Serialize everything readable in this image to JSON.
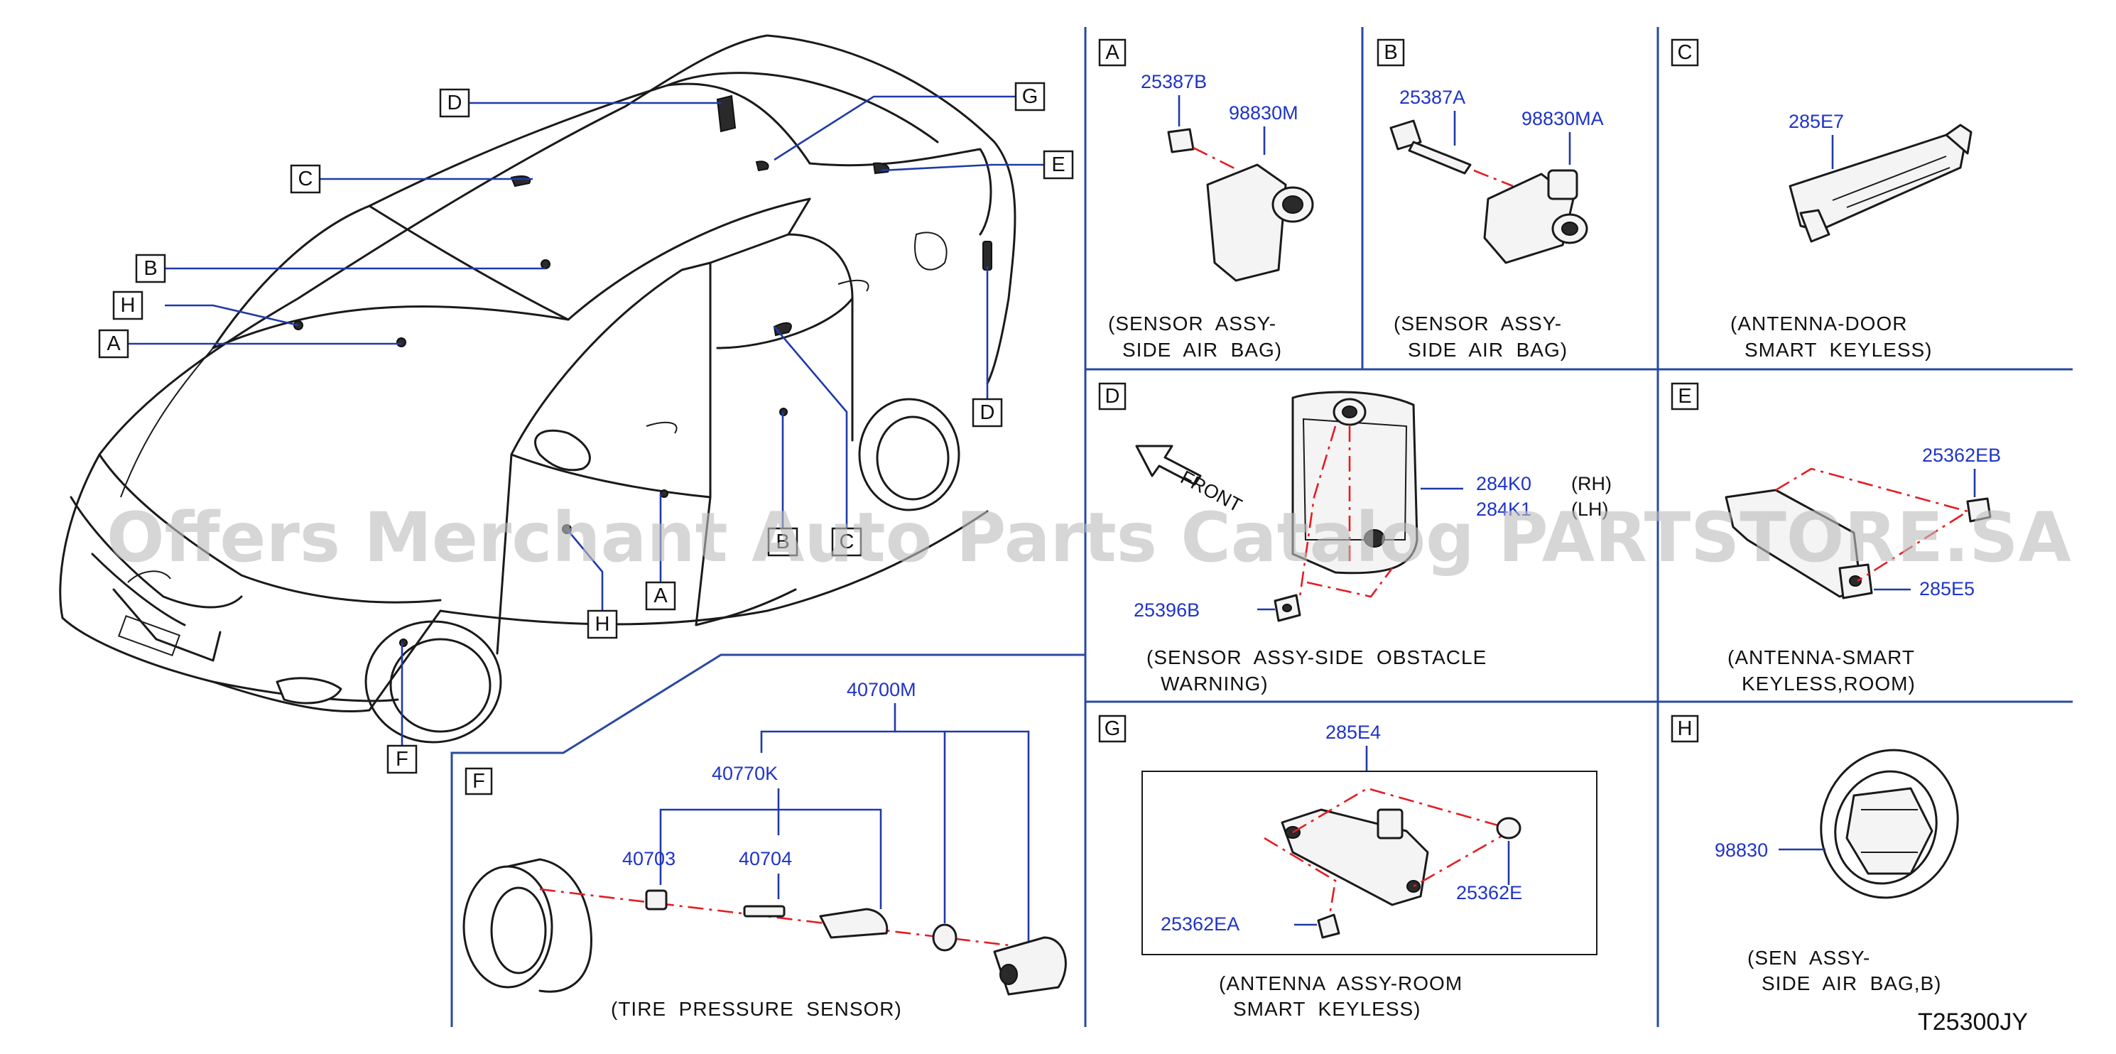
{
  "diagram_code": "T25300JY",
  "watermark": "Offers Merchant Auto Parts Catalog PARTSTORE.SA",
  "callouts": {
    "D_top": "D",
    "G": "G",
    "C": "C",
    "E": "E",
    "B": "B",
    "H": "H",
    "A": "A",
    "D_right": "D",
    "B_low": "B",
    "C_low": "C",
    "A_low": "A",
    "H_low": "H",
    "F": "F"
  },
  "panels": {
    "A": {
      "letter": "A",
      "parts": [
        "25387B",
        "98830M"
      ],
      "caption": [
        "(SENSOR  ASSY-",
        "SIDE  AIR  BAG)"
      ]
    },
    "B": {
      "letter": "B",
      "parts": [
        "25387A",
        "98830MA"
      ],
      "caption": [
        "(SENSOR  ASSY-",
        "SIDE  AIR  BAG)"
      ]
    },
    "C": {
      "letter": "C",
      "parts": [
        "285E7"
      ],
      "caption": [
        "(ANTENNA-DOOR",
        "SMART  KEYLESS)"
      ]
    },
    "D": {
      "letter": "D",
      "front_label": "FRONT",
      "parts": [
        "284K0",
        "284K1",
        "25396B"
      ],
      "sides": [
        "(RH)",
        "(LH)"
      ],
      "caption": [
        "(SENSOR  ASSY-SIDE  OBSTACLE",
        "WARNING)"
      ]
    },
    "E": {
      "letter": "E",
      "parts": [
        "25362EB",
        "285E5"
      ],
      "caption": [
        "(ANTENNA-SMART",
        "KEYLESS,ROOM)"
      ]
    },
    "F": {
      "letter": "F",
      "parts": [
        "40700M",
        "40770K",
        "40703",
        "40704"
      ],
      "caption": [
        "(TIRE  PRESSURE  SENSOR)"
      ]
    },
    "G": {
      "letter": "G",
      "parts": [
        "285E4",
        "25362E",
        "25362EA"
      ],
      "caption": [
        "(ANTENNA  ASSY-ROOM",
        "SMART  KEYLESS)"
      ]
    },
    "H": {
      "letter": "H",
      "parts": [
        "98830"
      ],
      "caption": [
        "(SEN  ASSY-",
        "SIDE  AIR  BAG,B)"
      ]
    }
  },
  "colors": {
    "part_number": "#1f34c8",
    "divider": "#2a4aa0",
    "leader_dash": "#e41c23",
    "line": "#1a1a1a"
  }
}
